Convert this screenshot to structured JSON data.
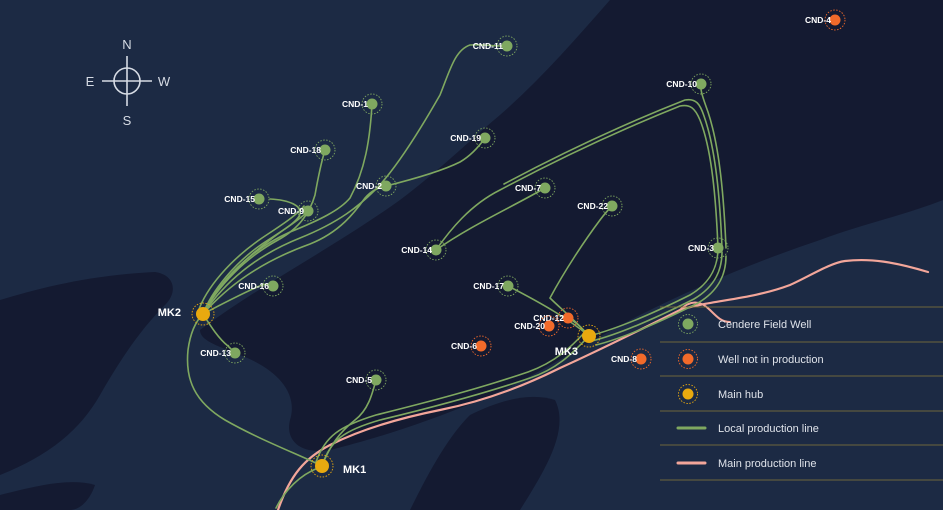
{
  "colors": {
    "background": "#1c2a44",
    "landmass": "#141a31",
    "field_well": "#7fa860",
    "well_not_in_production": "#f26a2a",
    "main_hub": "#e8a90f",
    "local_line": "#7fa860",
    "main_line": "#f3a69a",
    "legend_rule": "#8a7a3a"
  },
  "compass": {
    "north": "N",
    "south": "S",
    "east": "E",
    "west": "W",
    "icon": "compass-cross-icon"
  },
  "wells": [
    {
      "id": "CND-1",
      "label": "CND-1",
      "status": "production"
    },
    {
      "id": "CND-2",
      "label": "CND-2",
      "status": "production"
    },
    {
      "id": "CND-3",
      "label": "CND-3",
      "status": "production"
    },
    {
      "id": "CND-4",
      "label": "CND-4",
      "status": "not_in_production"
    },
    {
      "id": "CND-5",
      "label": "CND-5",
      "status": "production"
    },
    {
      "id": "CND-6",
      "label": "CND-6",
      "status": "not_in_production"
    },
    {
      "id": "CND-7",
      "label": "CND-7",
      "status": "production"
    },
    {
      "id": "CND-8",
      "label": "CND-8",
      "status": "not_in_production"
    },
    {
      "id": "CND-9",
      "label": "CND-9",
      "status": "production"
    },
    {
      "id": "CND-10",
      "label": "CND-10",
      "status": "production"
    },
    {
      "id": "CND-11",
      "label": "CND-11",
      "status": "production"
    },
    {
      "id": "CND-12",
      "label": "CND-12",
      "status": "not_in_production"
    },
    {
      "id": "CND-13",
      "label": "CND-13",
      "status": "production"
    },
    {
      "id": "CND-14",
      "label": "CND-14",
      "status": "production"
    },
    {
      "id": "CND-15",
      "label": "CND-15",
      "status": "production"
    },
    {
      "id": "CND-16",
      "label": "CND-16",
      "status": "production"
    },
    {
      "id": "CND-17",
      "label": "CND-17",
      "status": "production"
    },
    {
      "id": "CND-18",
      "label": "CND-18",
      "status": "production"
    },
    {
      "id": "CND-19",
      "label": "CND-19",
      "status": "production"
    },
    {
      "id": "CND-20",
      "label": "CND-20",
      "status": "not_in_production"
    },
    {
      "id": "CND-22",
      "label": "CND-22",
      "status": "production"
    }
  ],
  "hubs": [
    {
      "id": "MK1",
      "label": "MK1"
    },
    {
      "id": "MK2",
      "label": "MK2"
    },
    {
      "id": "MK3",
      "label": "MK3"
    }
  ],
  "legend": {
    "items": [
      {
        "label": "Cendere Field Well",
        "icon": "field-well-icon"
      },
      {
        "label": "Well not in production",
        "icon": "inactive-well-icon"
      },
      {
        "label": "Main hub",
        "icon": "main-hub-icon"
      },
      {
        "label": "Local production line",
        "icon": "local-line-icon"
      },
      {
        "label": "Main production line",
        "icon": "main-line-icon"
      }
    ]
  }
}
